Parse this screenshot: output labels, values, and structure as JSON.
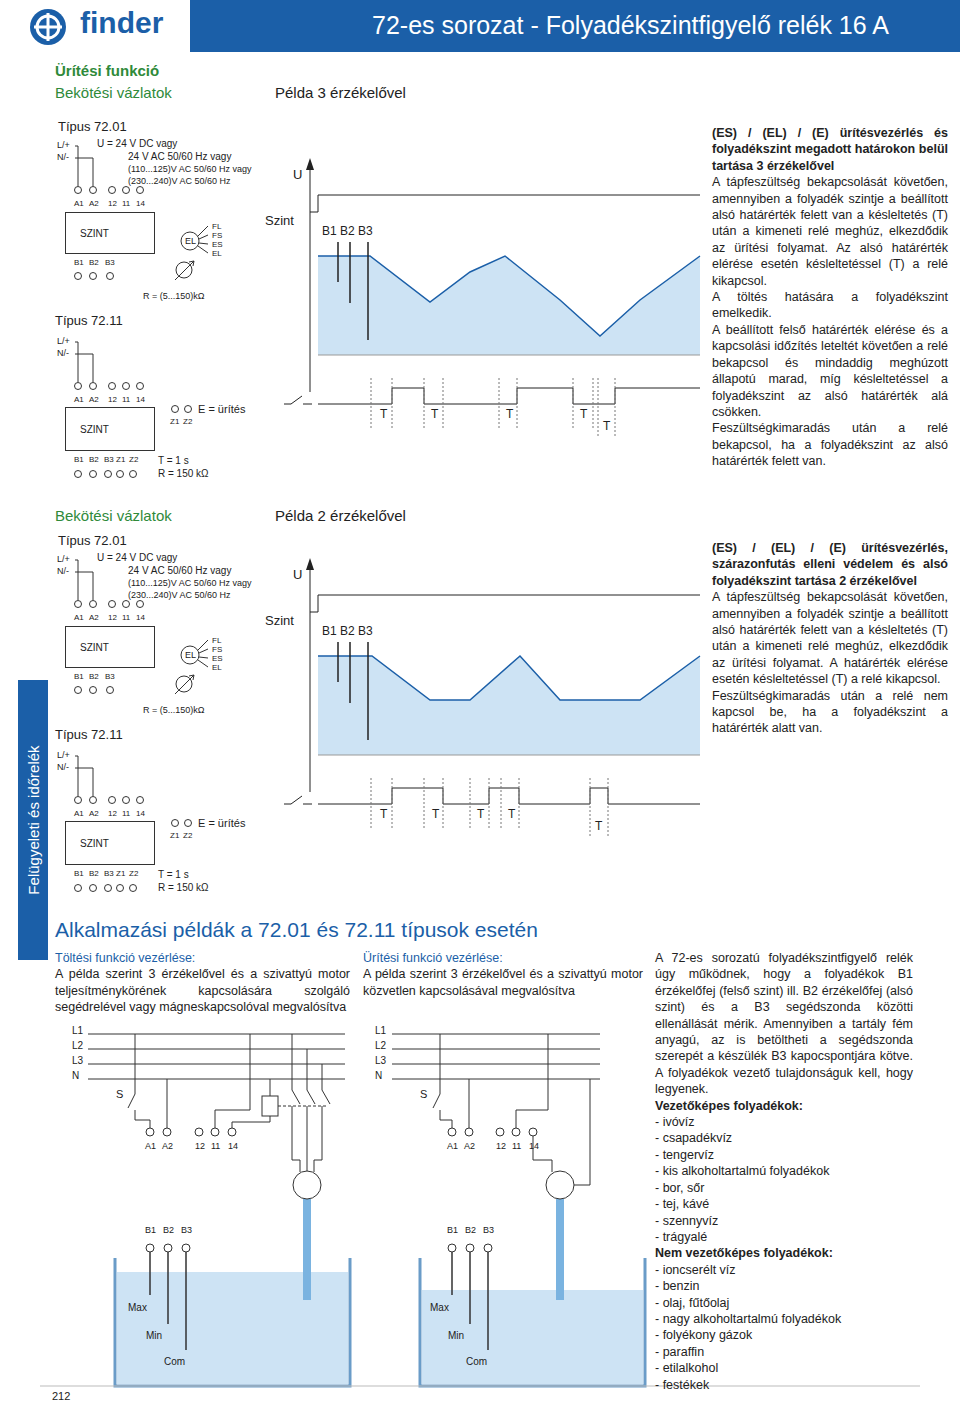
{
  "diagram": {
    "title": "72-es sorozat - Folyadékszintfigyelő relék 16 A",
    "nodes": [
      {
        "text": [
          "SZINT"
        ]
      },
      {
        "text": [
          "SZINT"
        ]
      },
      {
        "text": [
          "SZINT"
        ]
      },
      {
        "text": [
          "SZINT"
        ]
      },
      {
        "text": [
          "Felügyeleti és időrelék"
        ]
      }
    ],
    "labels": [
      "finder",
      "Ürítési funkció",
      "Bekötési vázlatok",
      "Példa 3 érzékelővel",
      "Típus 72.01",
      "L/+",
      "N/-",
      "U = 24 V DC vagy",
      "24 V AC 50/60 Hz vagy",
      "(110...125)V AC 50/60 Hz vagy",
      "(230...240)V AC 50/60 Hz",
      "A1",
      "A2",
      "12",
      "11",
      "14",
      "B1",
      "B2",
      "B3",
      "EL",
      "FL",
      "FS",
      "ES",
      "EL",
      "R = (5...150)kΩ",
      "Típus 72.11",
      "L/+",
      "N/-",
      "A1",
      "A2",
      "12",
      "11",
      "14",
      "B1",
      "B2",
      "B3",
      "Z1",
      "Z2",
      "Z1",
      "Z2",
      "E = ürítés",
      "T = 1 s",
      "R = 150 kΩ",
      "U",
      "Szint",
      "B1 B2 B3",
      "T",
      "T",
      "T",
      "T",
      "T",
      "(ES) / (EL) / (E) ürítésvezérlés és folyadékszint megadott határokon belül tartása 3 érzékelővel",
      "A tápfeszültség bekapcsolását követően, amennyiben a folyadék szintje a beállított alsó határérték felett van a késleltetés (T) után a kimeneti relé meghúz, elkezdődik az ürítési folyamat. Az alsó határérték elérése esetén késleltetéssel (T) a relé kikapcsol.",
      "A töltés hatására a folyadékszint emelkedik.",
      "A beállított felső határérték elérése és a kapcsolási időzítés leteltét követően a relé bekapcsol és mindaddig meghúzott állapotú marad, míg késleltetéssel a folyadékszint az alsó határérték alá csökken.",
      "Feszültségkimaradás után a relé bekapcsol, ha a folyadékszint az alsó határérték felett van.",
      "Bekötési vázlatok",
      "Példa 2 érzékelővel",
      "Típus 72.01",
      "L/+",
      "N/-",
      "U = 24 V DC vagy",
      "24 V AC 50/60 Hz vagy",
      "(110...125)V AC 50/60 Hz vagy",
      "(230...240)V AC 50/60 Hz",
      "A1",
      "A2",
      "12",
      "11",
      "14",
      "B1",
      "B2",
      "B3",
      "EL",
      "FL",
      "FS",
      "ES",
      "EL",
      "R = (5...150)kΩ",
      "Típus 72.11",
      "L/+",
      "N/-",
      "A1",
      "A2",
      "12",
      "11",
      "14",
      "B1",
      "B2",
      "B3",
      "Z1",
      "Z2",
      "Z1",
      "Z2",
      "E = ürítés",
      "T = 1 s",
      "R = 150 kΩ",
      "U",
      "Szint",
      "B1 B2 B3",
      "T",
      "T",
      "T",
      "T",
      "T",
      "(ES) / (EL) / (E) ürítésvezérlés, szárazonfutás elleni védelem és alsó folyadékszint tartása 2 érzékelővel",
      "A tápfeszültség bekapcsolását követően, amennyiben a folyadék szintje a beállított alsó határérték felett van a késleltetés (T) után a kimeneti relé meghúz, elkezdődik az ürítési folyamat. A határérték elérése esetén késleltetéssel (T) a relé kikapcsol.",
      "Feszültségkimaradás után a relé nem kapcsol be, ha a folyadékszint a határérték alatt van.",
      "Alkalmazási példák a 72.01 és 72.11 típusok esetén",
      "Töltési funkció vezérlése:",
      "A példa szerint 3 érzékelővel és a szivattyú motor teljesítménykörének kapcsolására szolgáló segédrelével vagy mágneskapcsolóval megvalósítva",
      "Ürítési funkció vezérlése:",
      "A példa szerint 3 érzékelővel és a szivattyú motor közvetlen kapcsolásával megvalósítva",
      "A 72-es sorozatú folyadékszintfigyelő relék úgy működnek, hogy a folyadékok B1 érzékelőfej (felső szint) ill. B2 érzékelőfej (alsó szint) és a B3 segédszonda közötti ellenállását mérik. Amennyiben a tartály fém anyagú, az is betöltheti a segédszonda szerepét a készülék B3 kapocspontjára kötve. A folyadékok vezető tulajdonságuk kell, hogy legyenek.",
      "Vezetőképes folyadékok:",
      "- ivóvíz",
      "- csapadékvíz",
      "- tengervíz",
      "- kis alkoholtartalmú folyadékok",
      "- bor, sőr",
      "- tej, kávé",
      "- szennyvíz",
      "- trágyalé",
      "Nem vezetőképes folyadékok:",
      "- ioncserélt víz",
      "- benzin",
      "- olaj, fűtőolaj",
      "- nagy alkoholtartalmú folyadékok",
      "- folyékony gázok",
      "- paraffin",
      "- etilalkohol",
      "- festékek",
      "L1",
      "L2",
      "L3",
      "N",
      "S",
      "A1",
      "A2",
      "12",
      "11",
      "14",
      "B1",
      "B2",
      "B3",
      "Max",
      "Min",
      "Com",
      "L1",
      "L2",
      "L3",
      "N",
      "S",
      "A1",
      "A2",
      "12",
      "11",
      "14",
      "B1",
      "B2",
      "B3",
      "Max",
      "Min",
      "Com",
      "212"
    ]
  }
}
